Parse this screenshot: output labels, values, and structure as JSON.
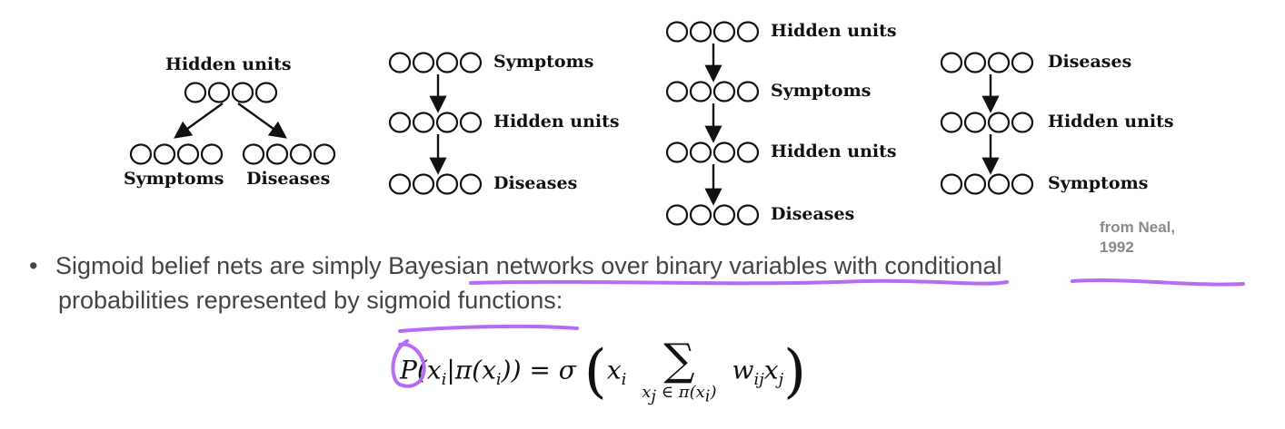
{
  "diagrams": [
    {
      "top_label": "Hidden units",
      "bottom_labels": [
        "Symptoms",
        "Diseases"
      ]
    },
    {
      "layers": [
        "Symptoms",
        "Hidden units",
        "Diseases"
      ]
    },
    {
      "layers": [
        "Hidden units",
        "Symptoms",
        "Hidden units",
        "Diseases"
      ]
    },
    {
      "layers": [
        "Diseases",
        "Hidden units",
        "Symptoms"
      ]
    }
  ],
  "credit": {
    "line1": "from Neal,",
    "line2": "1992"
  },
  "bullet": {
    "symbol": "•",
    "line1_a": "Sigmoid belief nets are simply ",
    "line1_b": "Bayesian networks over binary variables",
    "line1_c": " with ",
    "line1_d": "conditional",
    "line2": "probabilities represented by sigmoid functions:"
  },
  "formula": {
    "lhs": "P(x",
    "lhs_sub1": "i",
    "lhs_mid": "|π(x",
    "lhs_sub2": "i",
    "lhs_end": ")) = σ",
    "open": "(",
    "x": "x",
    "x_sub": "i",
    "sum": "∑",
    "sum_under": "x",
    "sum_under_sub": "j",
    "sum_under_rest": " ∈ π(x",
    "sum_under_sub2": "i",
    "sum_under_end": ")",
    "w": "w",
    "w_sub": "ij",
    "xj": "x",
    "xj_sub": "j",
    "close": ")"
  },
  "annotation_color": "#b66cf2"
}
